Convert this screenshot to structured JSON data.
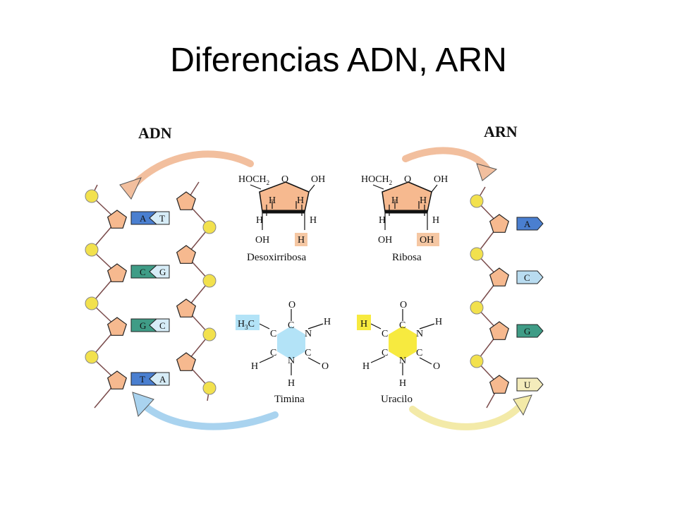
{
  "title": "Diferencias ADN, ARN",
  "dna": {
    "heading": "ADN",
    "pairs": [
      {
        "left": "A",
        "right": "T",
        "color": "#4a7fd0"
      },
      {
        "left": "C",
        "right": "G",
        "color": "#3f9c86"
      },
      {
        "left": "G",
        "right": "C",
        "color": "#3f9c86"
      },
      {
        "left": "T",
        "right": "A",
        "color": "#4a7fd0"
      }
    ]
  },
  "rna": {
    "heading": "ARN",
    "bases": [
      {
        "label": "A",
        "color": "#4a7fd0"
      },
      {
        "label": "C",
        "color": "#b9dcf0"
      },
      {
        "label": "G",
        "color": "#3f9c86"
      },
      {
        "label": "U",
        "color": "#f4ecbb"
      }
    ]
  },
  "sugars": {
    "left_name": "Desoxirribosa",
    "right_name": "Ribosa",
    "hoch2": "HOCH",
    "hoch2_sub": "2",
    "o": "O",
    "oh": "OH",
    "h": "H",
    "left_highlight": "H",
    "right_highlight": "OH",
    "highlight_color": "#f5c7a3",
    "ring_color": "#f6b98f"
  },
  "bases": {
    "left_name": "Timina",
    "right_name": "Uracilo",
    "h3c_h": "H",
    "h3c_sub": "3",
    "h3c_c": "C",
    "c": "C",
    "n": "N",
    "o": "O",
    "h": "H",
    "left_color": "#b3e3f7",
    "right_color": "#f7ea3f"
  },
  "colors": {
    "phosphate": "#f2e14d",
    "sugar": "#f6b98f",
    "arrow_top": "#f2bf9e",
    "arrow_bottom": "#a9d3ef"
  }
}
